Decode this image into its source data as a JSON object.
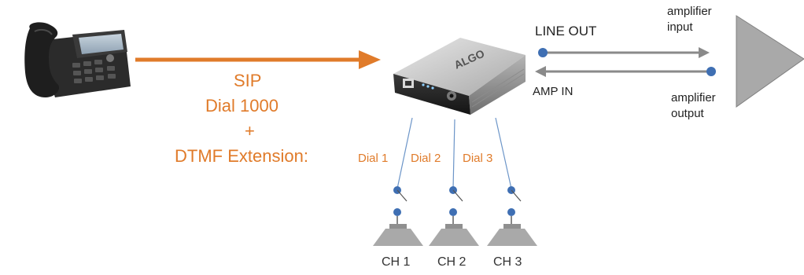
{
  "colors": {
    "sip_arrow": "#e07b2a",
    "audio_arrow": "#8a8a8a",
    "wire": "#6c95c8",
    "node": "#3f6fb3",
    "speaker": "#a9a9a9",
    "amplifier": "#a9a9a9"
  },
  "icons": {
    "phone": "ip-desk-phone-icon",
    "device": "paging-adapter-device",
    "amplifier": "amplifier-triangle-icon",
    "speaker": "horn-speaker-icon"
  },
  "sip_text": {
    "line1": "SIP",
    "line2": "Dial 1000",
    "line3": "+",
    "line4": "DTMF Extension:"
  },
  "device": {
    "brand": "ALGO"
  },
  "line_out": "LINE OUT",
  "amp_in": "AMP IN",
  "amplifier_input": {
    "line1": "amplifier",
    "line2": "input"
  },
  "amplifier_output": {
    "line1": "amplifier",
    "line2": "output"
  },
  "dials": [
    "Dial 1",
    "Dial 2",
    "Dial 3"
  ],
  "channels": [
    "CH 1",
    "CH 2",
    "CH 3"
  ]
}
